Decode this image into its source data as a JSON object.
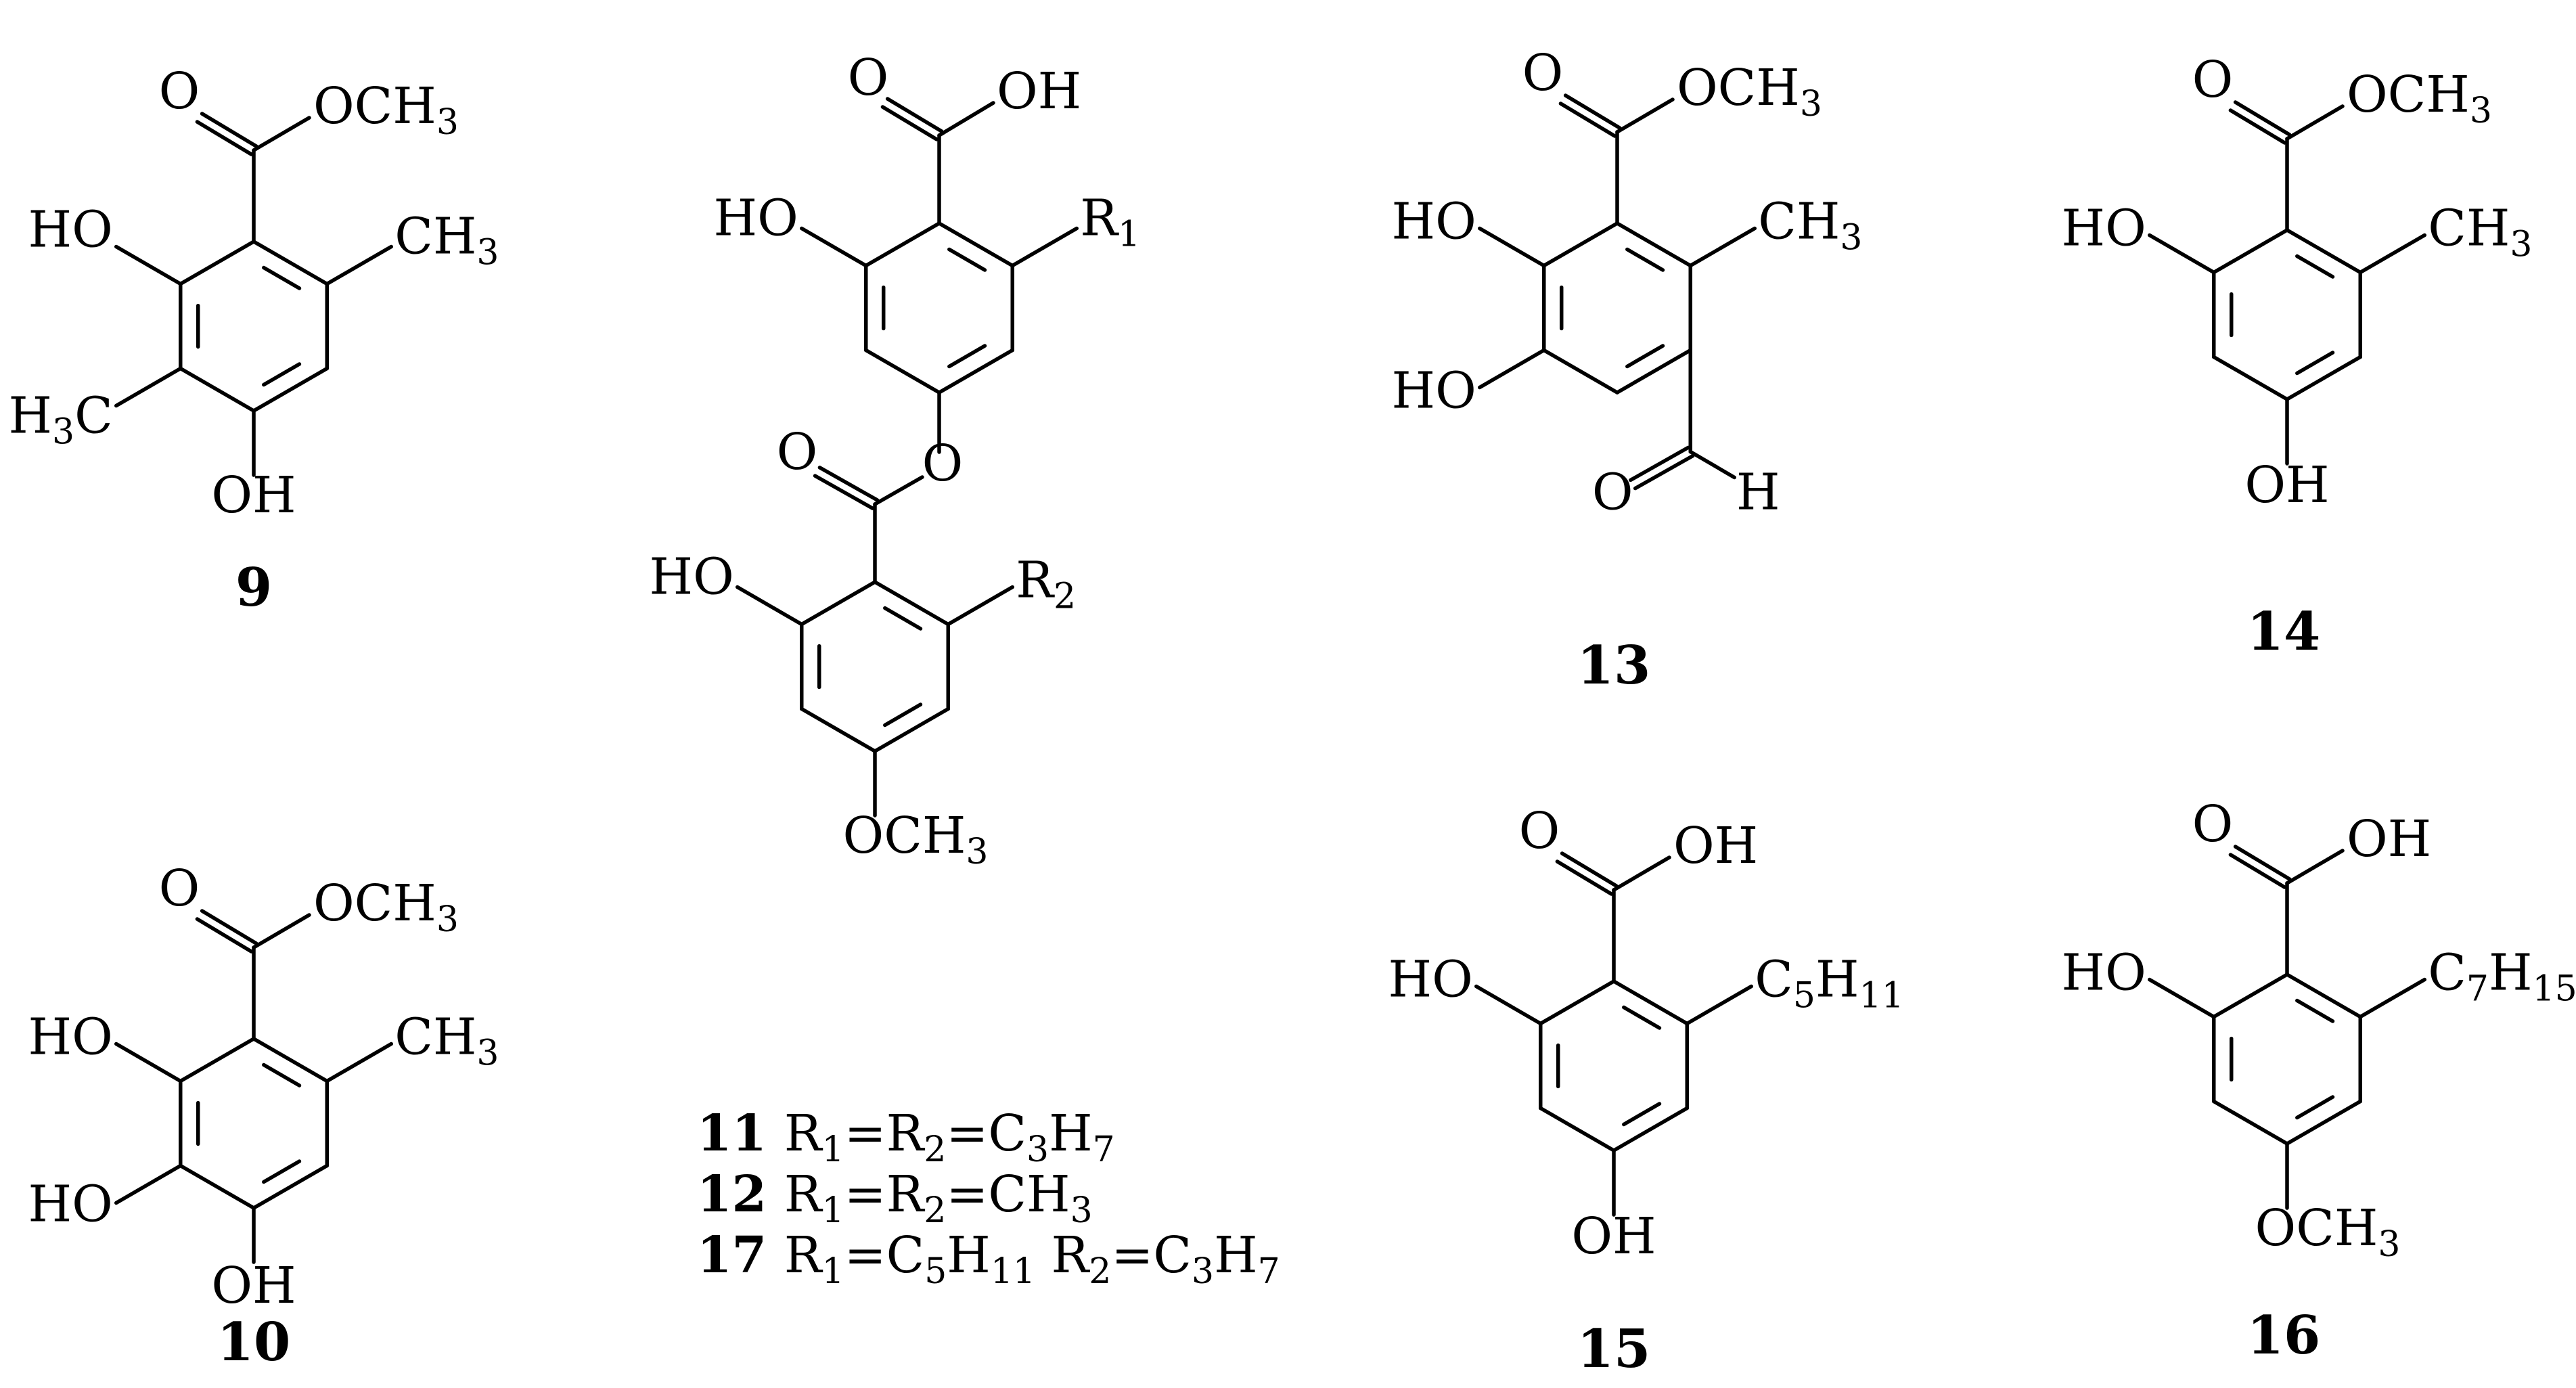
{
  "compounds": [
    {
      "number": "9",
      "labels": [
        {
          "text": "OCH",
          "sub": "3"
        },
        {
          "text": "O"
        },
        {
          "text": "HO"
        },
        {
          "text": "CH",
          "sub": "3"
        },
        {
          "text": "C",
          "pre": "H",
          "presub": "3"
        },
        {
          "text": "OH"
        }
      ]
    },
    {
      "number": "10",
      "labels": [
        {
          "text": "OCH",
          "sub": "3"
        },
        {
          "text": "O"
        },
        {
          "text": "HO"
        },
        {
          "text": "CH",
          "sub": "3"
        },
        {
          "text": "HO"
        },
        {
          "text": "OH"
        }
      ]
    },
    {
      "number": "11/12/17",
      "labels": [
        {
          "text": "OH"
        },
        {
          "text": "O"
        },
        {
          "text": "HO"
        },
        {
          "text": "R",
          "sub": "1"
        },
        {
          "text": "O"
        },
        {
          "text": "O"
        },
        {
          "text": "HO"
        },
        {
          "text": "R",
          "sub": "2"
        },
        {
          "text": "OCH",
          "sub": "3"
        }
      ],
      "substituents": [
        {
          "number": "11",
          "formula": "R1=R2=C3H7"
        },
        {
          "number": "12",
          "formula": "R1=R2=CH3"
        },
        {
          "number": "17",
          "formula": "R1=C5H11 R2=C3H7"
        }
      ]
    },
    {
      "number": "13",
      "labels": [
        {
          "text": "OCH",
          "sub": "3"
        },
        {
          "text": "O"
        },
        {
          "text": "HO"
        },
        {
          "text": "CH",
          "sub": "3"
        },
        {
          "text": "HO"
        },
        {
          "text": "O"
        },
        {
          "text": "H"
        }
      ]
    },
    {
      "number": "14",
      "labels": [
        {
          "text": "OCH",
          "sub": "3"
        },
        {
          "text": "O"
        },
        {
          "text": "HO"
        },
        {
          "text": "CH",
          "sub": "3"
        },
        {
          "text": "OH"
        }
      ]
    },
    {
      "number": "15",
      "labels": [
        {
          "text": "OH"
        },
        {
          "text": "O"
        },
        {
          "text": "HO"
        },
        {
          "text": "C",
          "sub": "5",
          "text2": "H",
          "sub2": "11"
        },
        {
          "text": "OH"
        }
      ]
    },
    {
      "number": "16",
      "labels": [
        {
          "text": "OH"
        },
        {
          "text": "O"
        },
        {
          "text": "HO"
        },
        {
          "text": "C",
          "sub": "7",
          "text2": "H",
          "sub2": "15"
        },
        {
          "text": "OCH",
          "sub": "3"
        }
      ]
    }
  ]
}
